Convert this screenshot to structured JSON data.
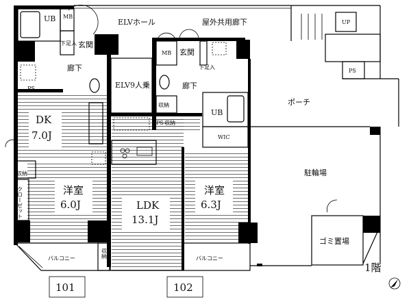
{
  "floor_label": "1階",
  "units": [
    "101",
    "102"
  ],
  "rooms": {
    "ub_101": "UB",
    "mb_101": "MB",
    "shoebox_101": "下足入",
    "entrance_101": "玄関",
    "hallway_101": "廊下",
    "ps_101": "PS",
    "dk": {
      "name": "DK",
      "size": "7.0J"
    },
    "storage_101": "収納",
    "closet_101": "クローゼット",
    "western_101": {
      "name": "洋室",
      "size": "6.0J"
    },
    "balcony_101": "バルコニー",
    "elv_hall": "ELVホール",
    "outdoor_corridor": "屋外共用廊下",
    "elevator": "ELV9人乗",
    "mb_102": "MB",
    "entrance_102": "玄関",
    "shoebox_102": "下足入",
    "hallway_102": "廊下",
    "storage_102": "収納",
    "ps_102": "PS",
    "storage_102b": "収納",
    "ub_102": "UB",
    "wic": "WIC",
    "ldk": {
      "name": "LDK",
      "size": "13.1J"
    },
    "western_102": {
      "name": "洋室",
      "size": "6.3J"
    },
    "storage_ldk": "収納",
    "balcony_102": "バルコニー",
    "porch": "ポーチ",
    "bicycle_parking": "駐輪場",
    "garbage": "ゴミ置場",
    "stairs_up": "UP",
    "ps_stairs": "PS"
  },
  "icons": [
    "north-compass-icon",
    "bathtub-icon",
    "toilet-icon",
    "stove-icon",
    "washer-pan-icon"
  ]
}
